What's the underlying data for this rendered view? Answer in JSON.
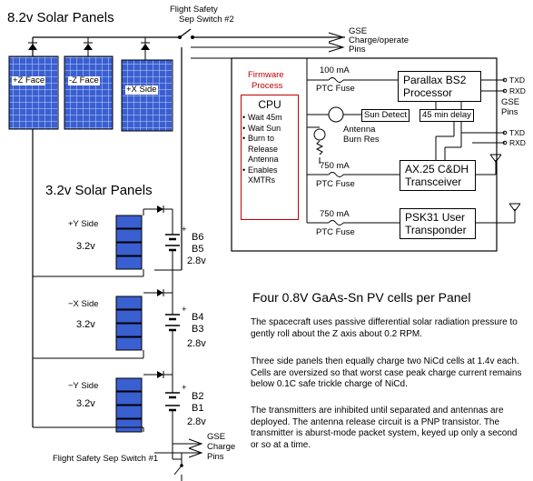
{
  "title_82v": "8.2v Solar Panels",
  "title_32v": "3.2v Solar Panels",
  "sep_switch_2": [
    "Flight Safety",
    "Sep Switch #2"
  ],
  "sep_switch_1": "Flight Safety Sep Switch #1",
  "gse_charge_top": [
    "GSE",
    "Charge/operate",
    "Pins"
  ],
  "gse_charge_bottom": [
    "GSE",
    "Charge",
    "Pins"
  ],
  "gse_pins_right": [
    "GSE",
    "Pins"
  ],
  "panels_82": [
    "+Z Face",
    "-Z Face",
    "+X Side"
  ],
  "firmware": [
    "Firmware",
    "Process"
  ],
  "cpu": {
    "title": "CPU",
    "items": [
      "Wait 45m",
      "Wait Sun",
      "Burn to Release Antenna",
      "Enables XMTRs"
    ]
  },
  "fuse_top": {
    "current": "100 mA",
    "label": "PTC Fuse"
  },
  "fuse_mid": {
    "current": "750 mA",
    "label": "PTC Fuse"
  },
  "fuse_bot": {
    "current": "750 mA",
    "label": "PTC Fuse"
  },
  "box_bs2": [
    "Parallax BS2",
    "Processor"
  ],
  "box_ax25": [
    "AX.25 C&DH",
    "Transceiver"
  ],
  "box_psk": [
    "PSK31 User",
    "Transponder"
  ],
  "sun_detect": "Sun Detect",
  "delay": "45 min delay",
  "antenna_burn": [
    "Antenna",
    "Burn Res"
  ],
  "txd": "TXD",
  "rxd": "RXD",
  "side_groups": [
    {
      "side": "+Y Side",
      "volts": "3.2v",
      "b_top": "B6",
      "b_bot": "B5",
      "pack": "2.8v"
    },
    {
      "side": "−X Side",
      "volts": "3.2v",
      "b_top": "B4",
      "b_bot": "B3",
      "pack": "2.8v"
    },
    {
      "side": "−Y Side",
      "volts": "3.2v",
      "b_top": "B2",
      "b_bot": "B1",
      "pack": "2.8v"
    }
  ],
  "plus": "+",
  "heading": "Four 0.8V GaAs-Sn PV cells per Panel",
  "para1": "The spacecraft uses passive differential solar radiation pressure to gently roll about the Z axis about 0.2 RPM.",
  "para2": "Three side panels then equally charge two NiCd cells at 1.4v each.  Cells are oversized so that worst case peak charge current remains below 0.1C safe trickle charge of NiCd.",
  "para3": "The transmitters are inhibited until separated and antennas are deployed.  The antenna release circuit is a PNP transistor.  The transmitter is aburst-mode packet system, keyed up only a second or so at a time."
}
